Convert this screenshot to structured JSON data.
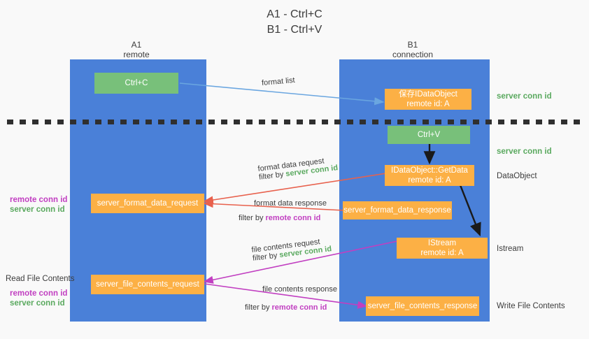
{
  "title": {
    "line1": "A1 - Ctrl+C",
    "line2": "B1 - Ctrl+V"
  },
  "columns": [
    {
      "name": "A1",
      "sub": "remote",
      "color": "#4a80d8"
    },
    {
      "name": "B1",
      "sub": "connection",
      "color": "#4a80d8"
    }
  ],
  "colors": {
    "column_blue": "#4a80d8",
    "box_green": "#78c07a",
    "box_orange": "#fcb045",
    "server_conn_id": "#5aa95f",
    "remote_conn_id": "#c13fc1",
    "arrow_blue": "#6aa6e0",
    "arrow_red": "#e8614d",
    "arrow_magenta": "#c13fc1",
    "arrow_dark": "#1a1a1a",
    "divider": "#2f2f2f"
  },
  "boxes": {
    "ctrl_c": "Ctrl+C",
    "ctrl_v": "Ctrl+V",
    "idataobject_title": "保存IDataObject",
    "idataobject_sub": "remote id: A",
    "getdata_title": "IDataObject::GetData",
    "getdata_sub": "remote id: A",
    "istream_title": "IStream",
    "istream_sub": "remote id: A",
    "server_format_data_request": "server_format_data_request",
    "server_format_data_response": "server_format_data_response",
    "server_file_contents_request": "server_file_contents_request",
    "server_file_contents_response": "server_file_contents_response"
  },
  "edge_labels": {
    "format_list": "format list",
    "format_data_request": "format data request",
    "format_data_request_filter_pre": "filter by ",
    "format_data_request_filter_key": "server conn id",
    "format_data_response": "format data response",
    "format_data_response_filter_pre": "filter by ",
    "format_data_response_filter_key": "remote conn id",
    "file_contents_request": "file contents request",
    "file_contents_request_filter_pre": "filter by ",
    "file_contents_request_filter_key": "server conn id",
    "file_contents_response": "file contents response",
    "file_contents_response_filter_pre": "filter by ",
    "file_contents_response_filter_key": "remote conn id"
  },
  "right_labels": {
    "server_conn_id_top": "server conn id",
    "server_conn_id_mid": "server conn id",
    "dataobject": "DataObject",
    "istream": "Istream",
    "write_file_contents": "Write File Contents"
  },
  "left_labels": {
    "remote_conn_id_1": "remote conn id",
    "server_conn_id_1": "server conn id",
    "read_file_contents": "Read File Contents",
    "remote_conn_id_2": "remote conn id",
    "server_conn_id_2": "server conn id"
  }
}
